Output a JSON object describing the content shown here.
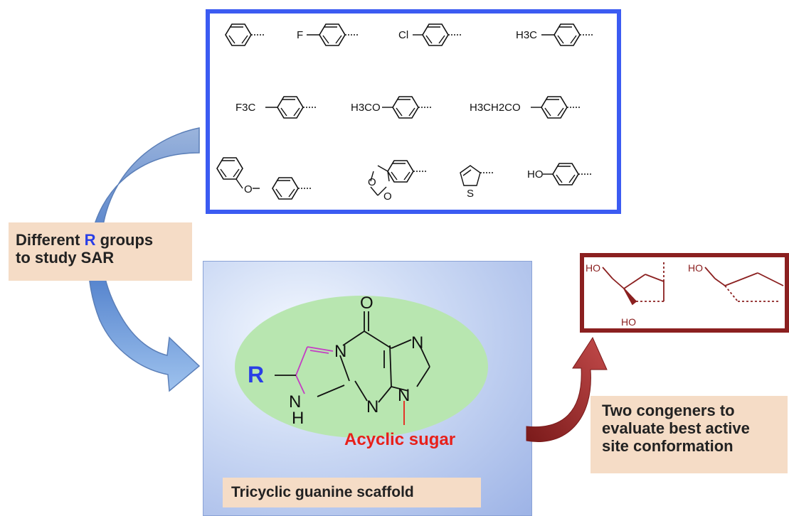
{
  "r_groups": {
    "substituents": [
      "F",
      "Cl",
      "H3C",
      "F3C",
      "H3CO",
      "H3CH2CO",
      "O",
      "HO",
      "S",
      "O",
      "O"
    ]
  },
  "left_label": {
    "line1_prefix": "Different ",
    "line1_R": "R",
    "line1_suffix": " groups",
    "line2": "to study SAR"
  },
  "scaffold": {
    "title": "Tricyclic guanine scaffold",
    "r_label": "R",
    "sugar_label": "Acyclic sugar",
    "atoms": {
      "o": "O",
      "n1": "N",
      "n2": "N",
      "n3": "N",
      "n4": "N",
      "nh_n": "N",
      "nh_h": "H"
    }
  },
  "sugar_box": {
    "ho_a": "HO",
    "ho_b": "HO",
    "ho_c": "HO"
  },
  "right_label": {
    "lines": [
      "Two congeners to",
      "evaluate best active",
      "site conformation"
    ]
  },
  "colors": {
    "r_box_border": "#3b5bf2",
    "sugar_box_border": "#8b2020",
    "label_bg": "#f5dcc6",
    "r_highlight": "#2a3fe6",
    "sugar_text": "#e8201a",
    "ring_highlight": "#c43ec4",
    "ellipse": "#b8e6b0",
    "red_arrow": "#9b2a2a",
    "blue_arrow": "#4a7ac8"
  }
}
